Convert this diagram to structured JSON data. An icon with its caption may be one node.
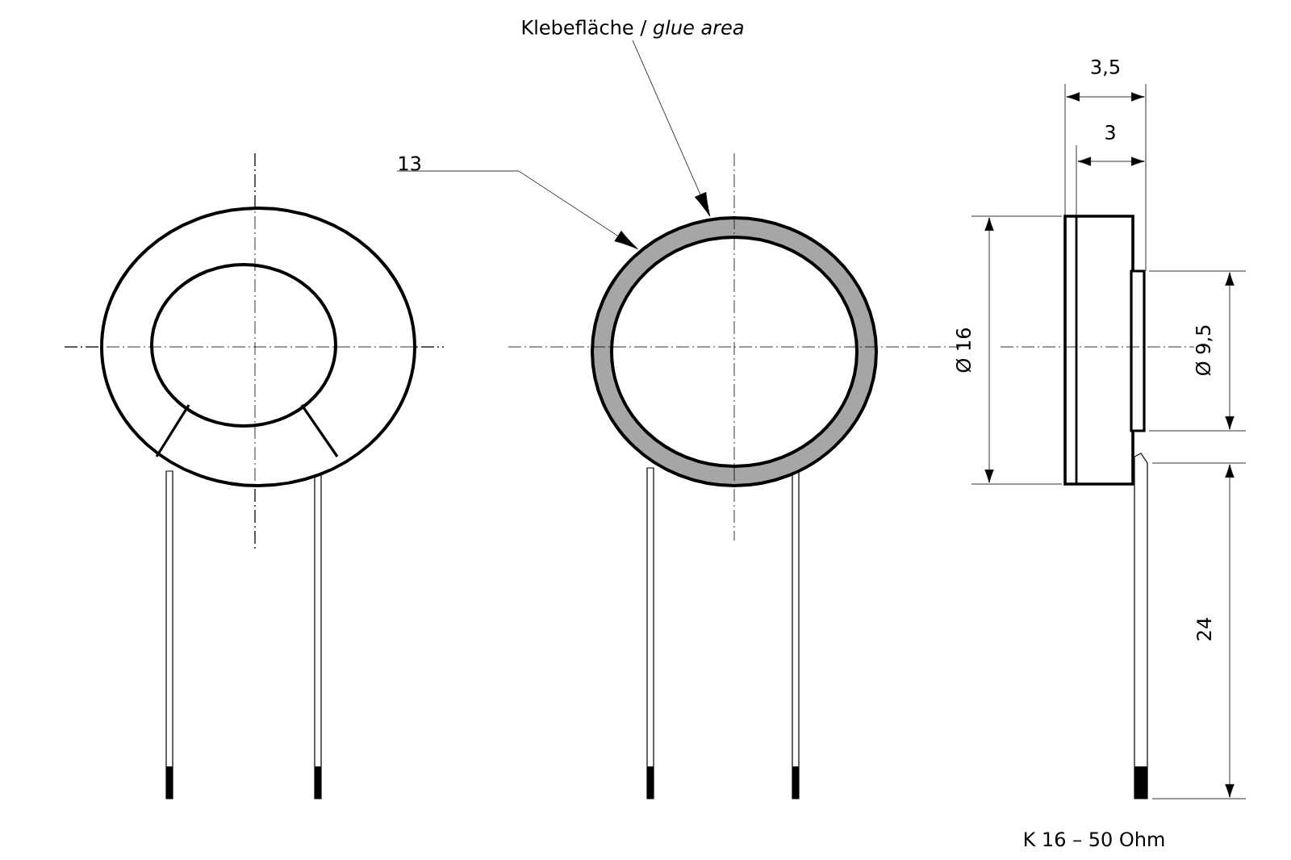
{
  "diagram": {
    "nodes": [
      {
        "text": [
          "Klebefläche / *glue area*"
        ]
      },
      {
        "text": [
          "13"
        ]
      },
      {
        "text": [],
        "shape": "circle"
      }
    ],
    "edges": [
      {
        "from": 0,
        "to": 2,
        "arrow": "to"
      },
      {
        "from": 1,
        "to": 2,
        "arrow": "to"
      }
    ],
    "labels": [
      "3,5",
      "3",
      "Ø 16",
      "Ø 9,5",
      "24",
      "K 16 – 50 Ohm"
    ]
  }
}
